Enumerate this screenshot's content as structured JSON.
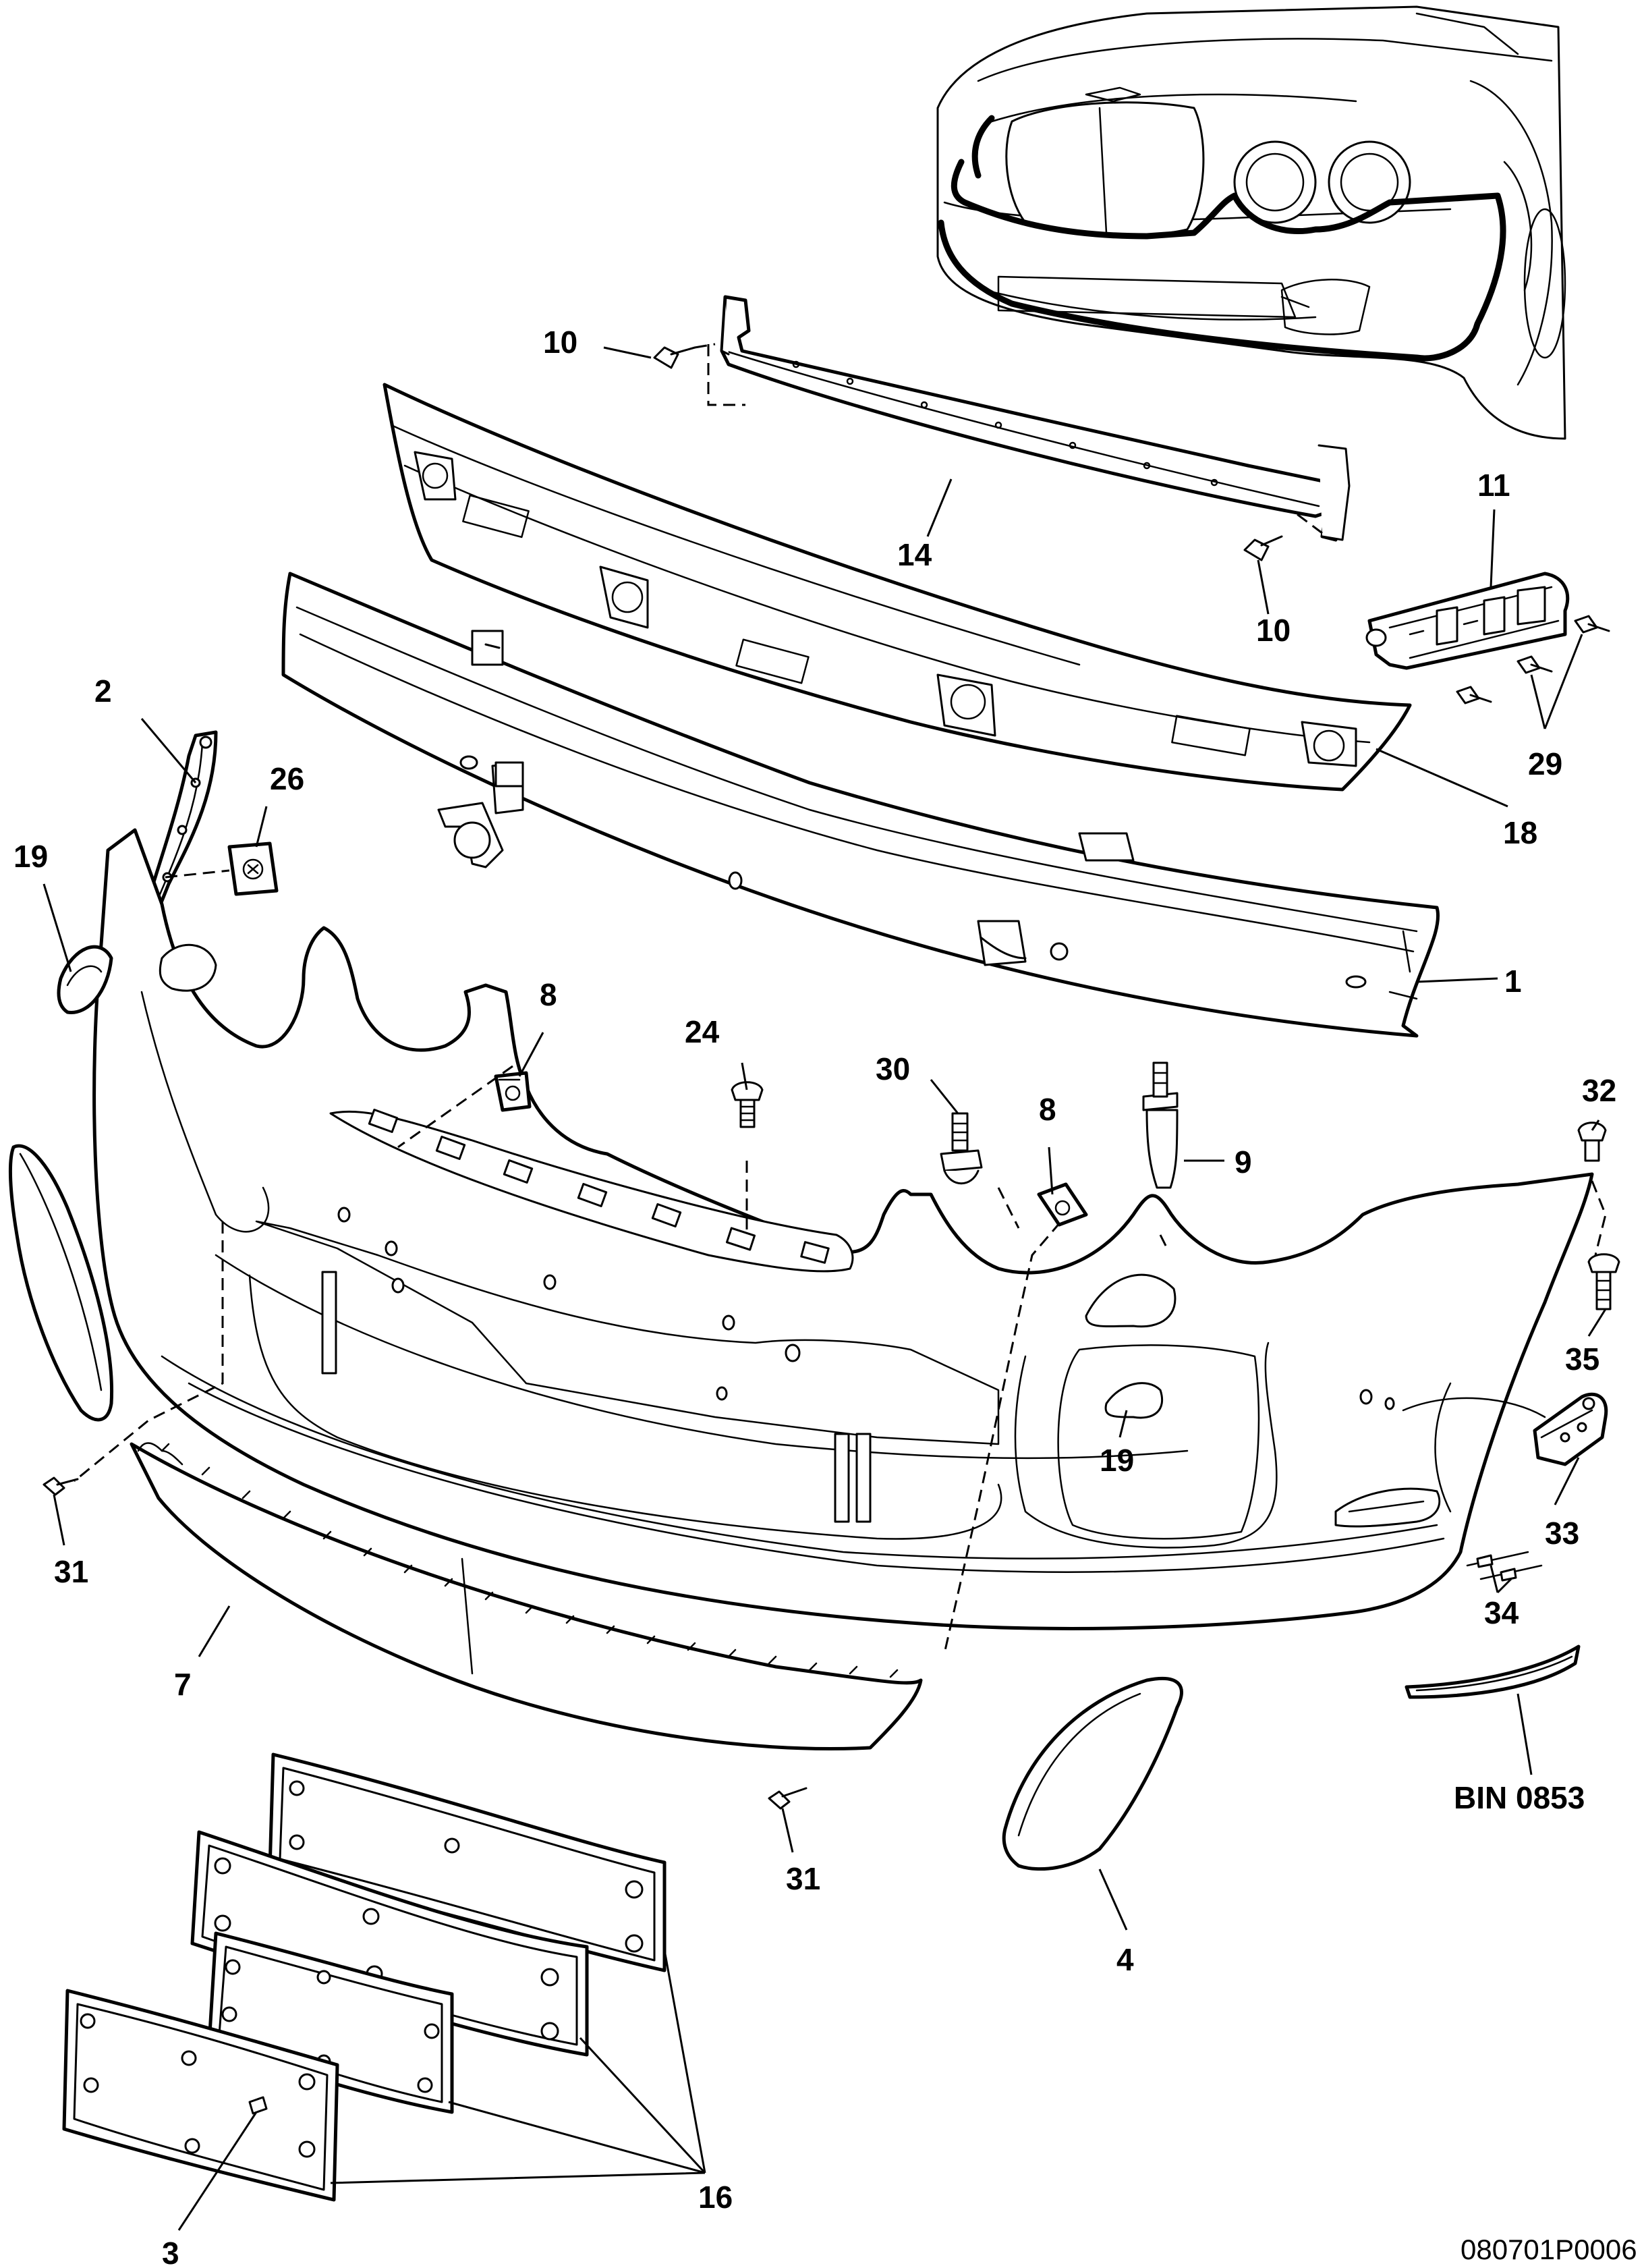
{
  "diagram": {
    "reference_code": "080701P0006",
    "bin_label": "BIN 0853",
    "callouts": [
      {
        "id": "c10a",
        "label": "10"
      },
      {
        "id": "c14",
        "label": "14"
      },
      {
        "id": "c10b",
        "label": "10"
      },
      {
        "id": "c11",
        "label": "11"
      },
      {
        "id": "c29",
        "label": "29"
      },
      {
        "id": "c18",
        "label": "18"
      },
      {
        "id": "c2",
        "label": "2"
      },
      {
        "id": "c26",
        "label": "26"
      },
      {
        "id": "c19a",
        "label": "19"
      },
      {
        "id": "c1",
        "label": "1"
      },
      {
        "id": "c8a",
        "label": "8"
      },
      {
        "id": "c24",
        "label": "24"
      },
      {
        "id": "c30",
        "label": "30"
      },
      {
        "id": "c8b",
        "label": "8"
      },
      {
        "id": "c9",
        "label": "9"
      },
      {
        "id": "c32",
        "label": "32"
      },
      {
        "id": "c35",
        "label": "35"
      },
      {
        "id": "c19b",
        "label": "19"
      },
      {
        "id": "c33",
        "label": "33"
      },
      {
        "id": "c34",
        "label": "34"
      },
      {
        "id": "c31a",
        "label": "31"
      },
      {
        "id": "c7",
        "label": "7"
      },
      {
        "id": "c31b",
        "label": "31"
      },
      {
        "id": "c4",
        "label": "4"
      },
      {
        "id": "c16",
        "label": "16"
      },
      {
        "id": "c3",
        "label": "3"
      }
    ]
  }
}
